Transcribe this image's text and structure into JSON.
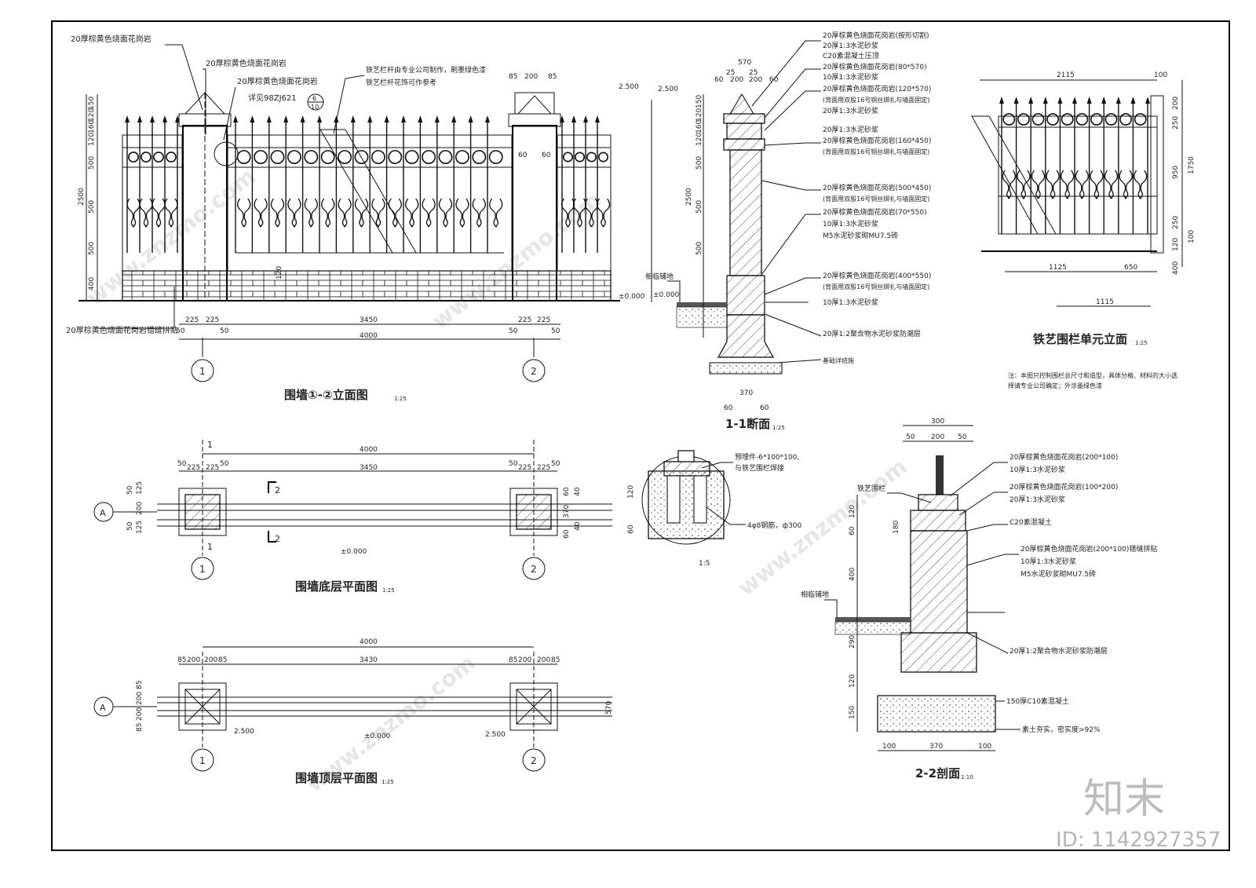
{
  "watermark": {
    "brand": "知末",
    "id_text": "ID: 1142927357",
    "site": "www.znzmo.com"
  },
  "elevation": {
    "title": "围墙①-②立面图",
    "scale": "1:25",
    "notes": [
      "20厚棕黄色烧面花岗岩",
      "20厚棕黄色烧面花岗岩",
      "20厚棕黄色烧面花岗岩",
      "详见98ZJ621",
      "铁艺栏杆由专业公司制作，刷墨绿色漆",
      "铁艺栏杆花饰可作参考",
      "20厚棕黄色烧面花岗岩错缝拼贴"
    ],
    "detail_ref_top": "6",
    "detail_ref_bottom": "10",
    "dims_left": [
      "150",
      "120",
      "160",
      "120",
      "500",
      "500",
      "500",
      "400",
      "2500"
    ],
    "dims_bottom": [
      "225",
      "225",
      "50",
      "50",
      "3450",
      "225",
      "225",
      "50",
      "50",
      "4000"
    ],
    "dims_top": [
      "85",
      "200",
      "85"
    ],
    "small_dims": [
      "60",
      "60",
      "120"
    ],
    "level_top": "2.500",
    "level_ground": "±0.000",
    "axis": [
      "1",
      "2"
    ]
  },
  "section11": {
    "title": "1-1断面",
    "scale": "1:25",
    "dims_top": [
      "570",
      "25",
      "25",
      "60",
      "200",
      "200",
      "60"
    ],
    "dims_left": [
      "150",
      "120",
      "160",
      "120",
      "500",
      "2500",
      "500",
      "500"
    ],
    "dims_bottom": [
      "370",
      "60",
      "60"
    ],
    "level_top": "2.500",
    "level_ground": "±0.000",
    "left_note": "相临铺地",
    "notes": [
      "20厚棕黄色烧面花岗岩(按形切割)",
      "20厚1:3水泥砂浆",
      "C20素混凝土压顶",
      "20厚棕黄色烧面花岗岩(80*570)",
      "10厚1:3水泥砂浆",
      "20厚棕黄色烧面花岗岩(120*570)",
      "(背面用双股16号铜丝绑扎与墙面固定)",
      "20厚1:3水泥砂浆",
      "20厚1:3水泥砂浆",
      "20厚棕黄色烧面花岗岩(160*450)",
      "(背面用双股16号铜丝绑扎与墙面固定)",
      "20厚棕黄色烧面花岗岩(500*450)",
      "(背面用双股16号铜丝绑扎与墙面固定)",
      "20厚棕黄色烧面花岗岩(70*550)",
      "10厚1:3水泥砂浆",
      "M5水泥砂浆砌MU7.5砖",
      "20厚棕黄色烧面花岗岩(400*550)",
      "(背面用双股16号铜丝绑扎与墙面固定)",
      "10厚1:3水泥砂浆",
      "20厚1:2聚合物水泥砂浆防潮层",
      "基础详结施"
    ]
  },
  "unit": {
    "title": "铁艺围栏单元立面",
    "scale": "1:25",
    "dims_top": [
      "2115",
      "100"
    ],
    "dims_right": [
      "200",
      "250",
      "950",
      "250",
      "120",
      "400",
      "1750",
      "100"
    ],
    "dims_bottom": [
      "1125",
      "650",
      "1115"
    ],
    "note": "注：本图只控制围栏总尺寸和造型，具体分格、材料的大小选择请专业公司确定；外涂墨绿色漆"
  },
  "plan_ground": {
    "title": "围墙底层平面图",
    "scale": "1:25",
    "dims_top": [
      "4000",
      "50",
      "225",
      "225",
      "50",
      "3450",
      "50",
      "225",
      "225",
      "50"
    ],
    "dims_left": [
      "50",
      "125",
      "200",
      "50",
      "125"
    ],
    "dims_right": [
      "40",
      "40",
      "370",
      "60",
      "60"
    ],
    "level": "±0.000",
    "axis_row": "A",
    "axis": [
      "1",
      "2"
    ],
    "cut_1": "1",
    "cut_2": "2"
  },
  "plan_top": {
    "title": "围墙顶层平面图",
    "scale": "1:25",
    "dims_top": [
      "4000",
      "85",
      "200",
      "200",
      "85",
      "3430",
      "85",
      "200",
      "200",
      "85"
    ],
    "dims_left": [
      "85",
      "200",
      "200",
      "85"
    ],
    "dims_right": [
      "570"
    ],
    "levels": [
      "2.500",
      "±0.000",
      "2.500"
    ],
    "axis_row": "A",
    "axis": [
      "1",
      "2"
    ]
  },
  "detail15": {
    "scale": "1:5",
    "dims": [
      "120",
      "60"
    ],
    "notes": [
      "预埋件-6*100*100,",
      "与铁艺围栏焊接",
      "4φ8钢筋，ф300"
    ]
  },
  "section22": {
    "title": "2-2剖面",
    "scale": "1:10",
    "dims_top": [
      "300",
      "50",
      "200",
      "50"
    ],
    "dims_left": [
      "120",
      "60",
      "180",
      "400",
      "290",
      "120",
      "150"
    ],
    "dims_bottom": [
      "100",
      "370",
      "100"
    ],
    "left_notes": [
      "铁艺围栏",
      "相临铺地"
    ],
    "notes": [
      "20厚棕黄色烧面花岗岩(200*100)",
      "10厚1:3水泥砂浆",
      "20厚棕黄色烧面花岗岩(100*200)",
      "20厚1:3水泥砂浆",
      "C20素混凝土",
      "20厚棕黄色烧面花岗岩(200*100)错缝拼贴",
      "10厚1:3水泥砂浆",
      "M5水泥砂浆砌MU7.5砖",
      "20厚1:2聚合物水泥砂浆防潮层",
      "150厚C10素混凝土",
      "素土夯实，密实度>92%"
    ]
  }
}
